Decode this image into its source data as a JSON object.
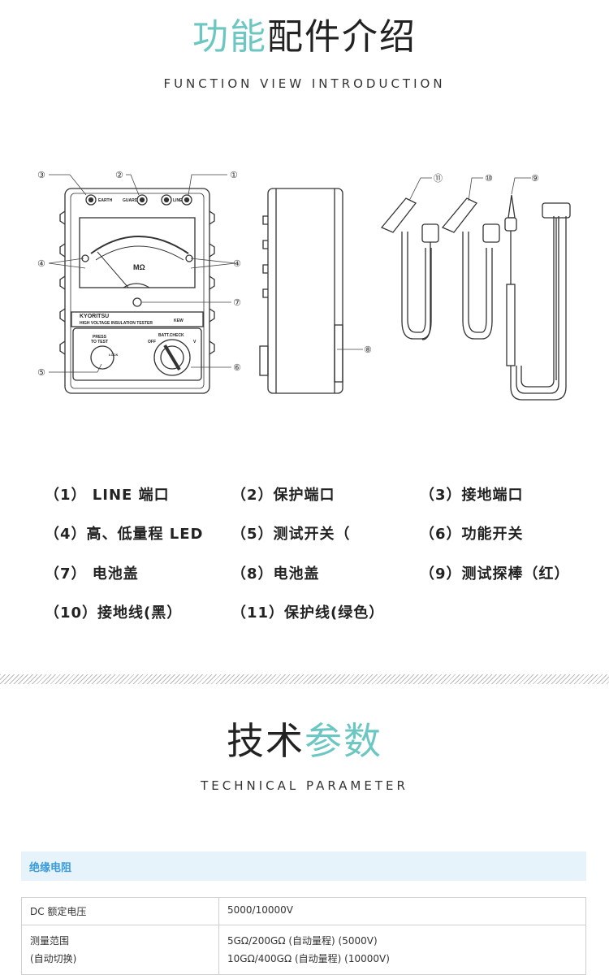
{
  "section1": {
    "title_accent": "功能",
    "title_rest": "配件介绍",
    "subtitle": "FUNCTION VIEW INTRODUCTION"
  },
  "illustration": {
    "callouts": [
      "①",
      "②",
      "③",
      "④",
      "④",
      "⑤",
      "⑥",
      "⑦",
      "⑧",
      "⑨",
      "⑩",
      "⑪"
    ],
    "panel_labels": {
      "earth": "EARTH",
      "guard": "GUARD",
      "line": "LINE",
      "unit": "MΩ",
      "brand": "KYORITSU",
      "model_line": "HIGH VOLTAGE INSULATION TESTER",
      "kew": "KEW",
      "press": "PRESS",
      "to_test": "TO TEST",
      "lock": "LOCK",
      "batt_check": "BATT.CHECK",
      "off": "OFF",
      "v": "V"
    }
  },
  "features": [
    "（1） LINE 端口",
    "（2）保护端口",
    "（3）接地端口",
    "（4）高、低量程 LED",
    "（5）测试开关（",
    "（6）功能开关",
    "（7） 电池盖",
    "（8）电池盖",
    "（9）测试探棒（红）",
    "（10）接地线(黑）",
    "（11）保护线(绿色）"
  ],
  "section2": {
    "title_dark": "技术",
    "title_accent": "参数",
    "subtitle": "TECHNICAL PARAMETER"
  },
  "spec": {
    "header": "绝缘电阻",
    "rows": [
      {
        "key": "DC 额定电压",
        "value": "5000/10000V"
      },
      {
        "key": "测量范围",
        "key2": "(自动切换)",
        "value": "5GΩ/200GΩ (自动量程) (5000V)",
        "value2": "10GΩ/400GΩ (自动量程) (10000V)"
      }
    ]
  },
  "colors": {
    "accent": "#6cc7c2",
    "header_bg": "#e6f3fb",
    "header_text": "#3a9bd8"
  }
}
